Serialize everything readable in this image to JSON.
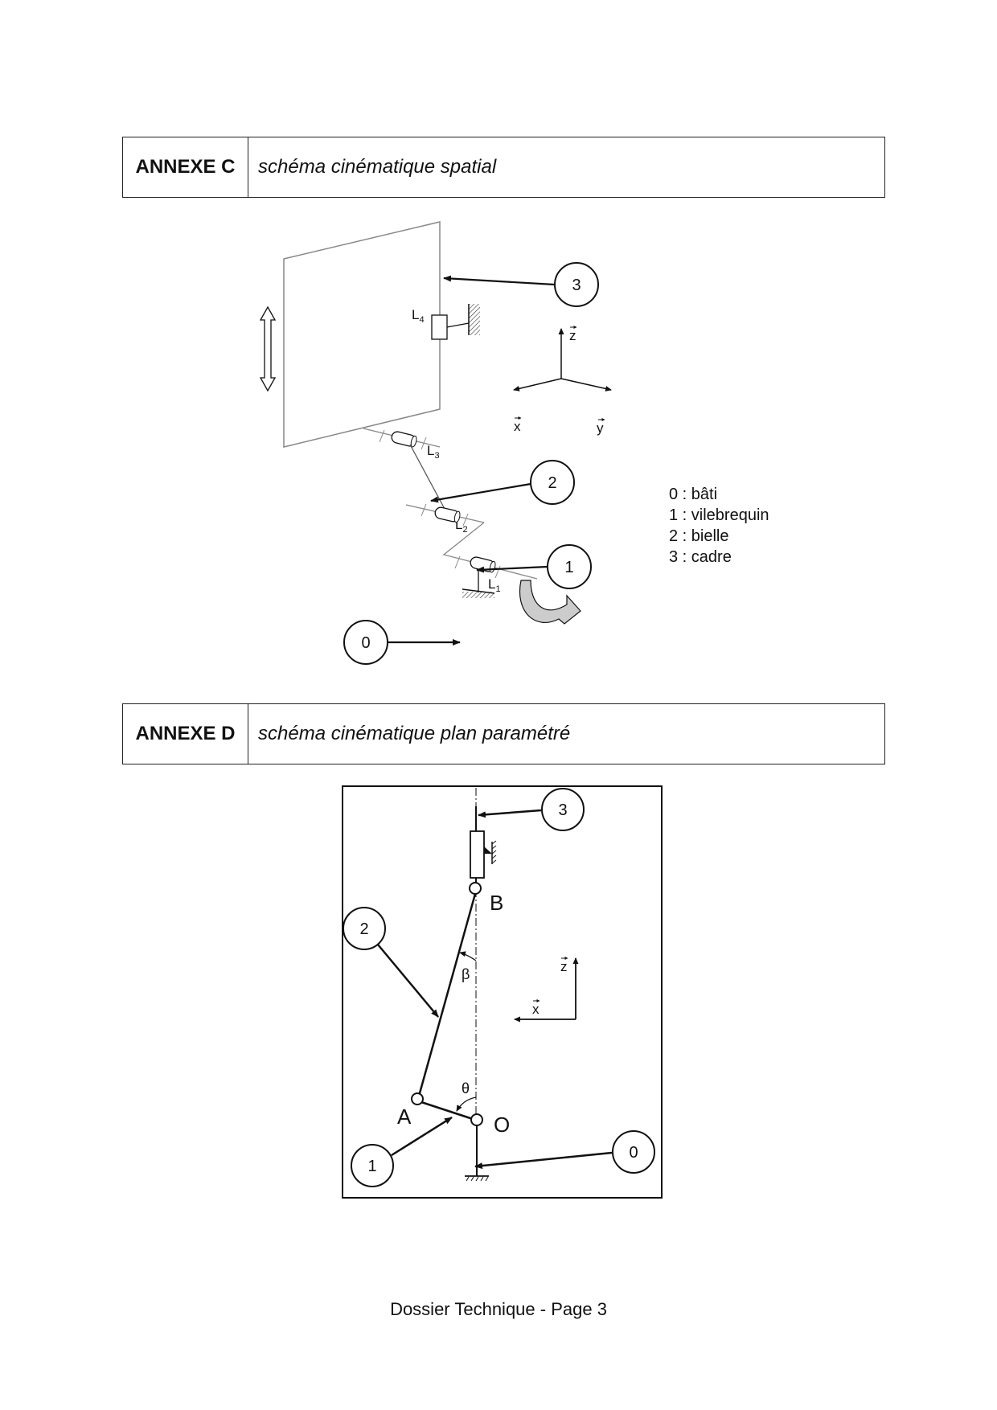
{
  "annexe_c": {
    "key": "ANNEXE  C",
    "title": "schéma cinématique spatial"
  },
  "annexe_d": {
    "key": "ANNEXE  D",
    "title": "schéma cinématique plan paramétré"
  },
  "spatial": {
    "part_labels": [
      "0",
      "1",
      "2",
      "3"
    ],
    "links": {
      "L1": "L",
      "L1_sub": "1",
      "L2": "L",
      "L2_sub": "2",
      "L3": "L",
      "L3_sub": "3",
      "L4": "L",
      "L4_sub": "4"
    },
    "axes": {
      "x": "x",
      "y": "y",
      "z": "z"
    },
    "legend": [
      "0 : bâti",
      "1 : vilebrequin",
      "2 : bielle",
      "3 : cadre"
    ]
  },
  "plan": {
    "part_labels": [
      "0",
      "1",
      "2",
      "3"
    ],
    "points": {
      "A": "A",
      "B": "B",
      "O": "O"
    },
    "angles": {
      "beta": "β",
      "theta": "θ"
    },
    "axes": {
      "x": "x",
      "z": "z"
    }
  },
  "footer": "Dossier Technique - Page 3"
}
